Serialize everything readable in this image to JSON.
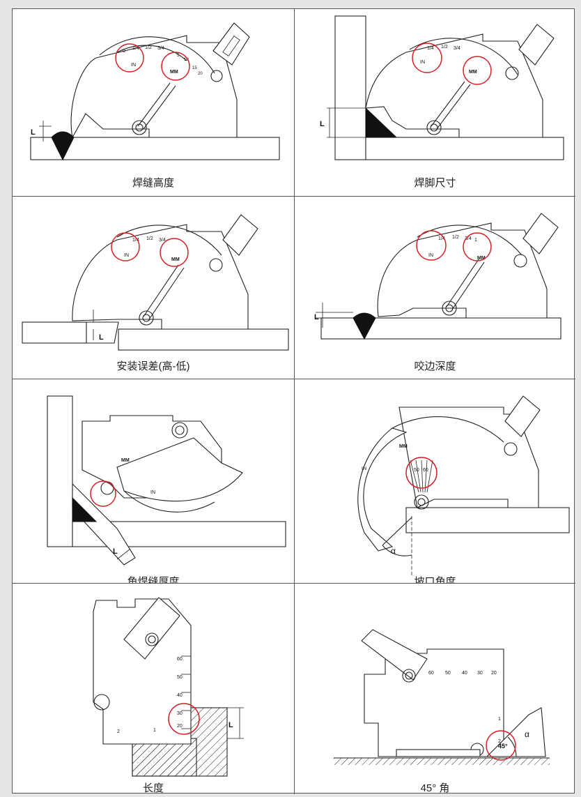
{
  "captions": [
    "焊缝高度",
    "焊脚尺寸",
    "安装误差(高-低)",
    "咬边深度",
    "角焊缝厚度",
    "坡口角度",
    "长度",
    "45° 角"
  ],
  "labels": {
    "L": "L",
    "inch_0": "0",
    "inch_quarter": "1/4",
    "inch_half": "1/2",
    "inch_three_quarter": "3/4",
    "inch_one": "1",
    "IN": "IN",
    "MM": "MM",
    "mm_0": "0",
    "mm_5": "5",
    "mm_10": "10",
    "mm_15": "15",
    "mm_20": "20",
    "alpha": "α",
    "deg_50": "50",
    "deg_60": "60",
    "len_60": "60",
    "len_50": "50",
    "len_40": "40",
    "len_30": "30",
    "len_20": "20",
    "len_1": "1",
    "len_2": "2",
    "deg45": "45°"
  },
  "colors": {
    "highlight_circle": "#d81e25",
    "line": "#222222",
    "fill": "#111111",
    "background": "#e6e6e6"
  }
}
